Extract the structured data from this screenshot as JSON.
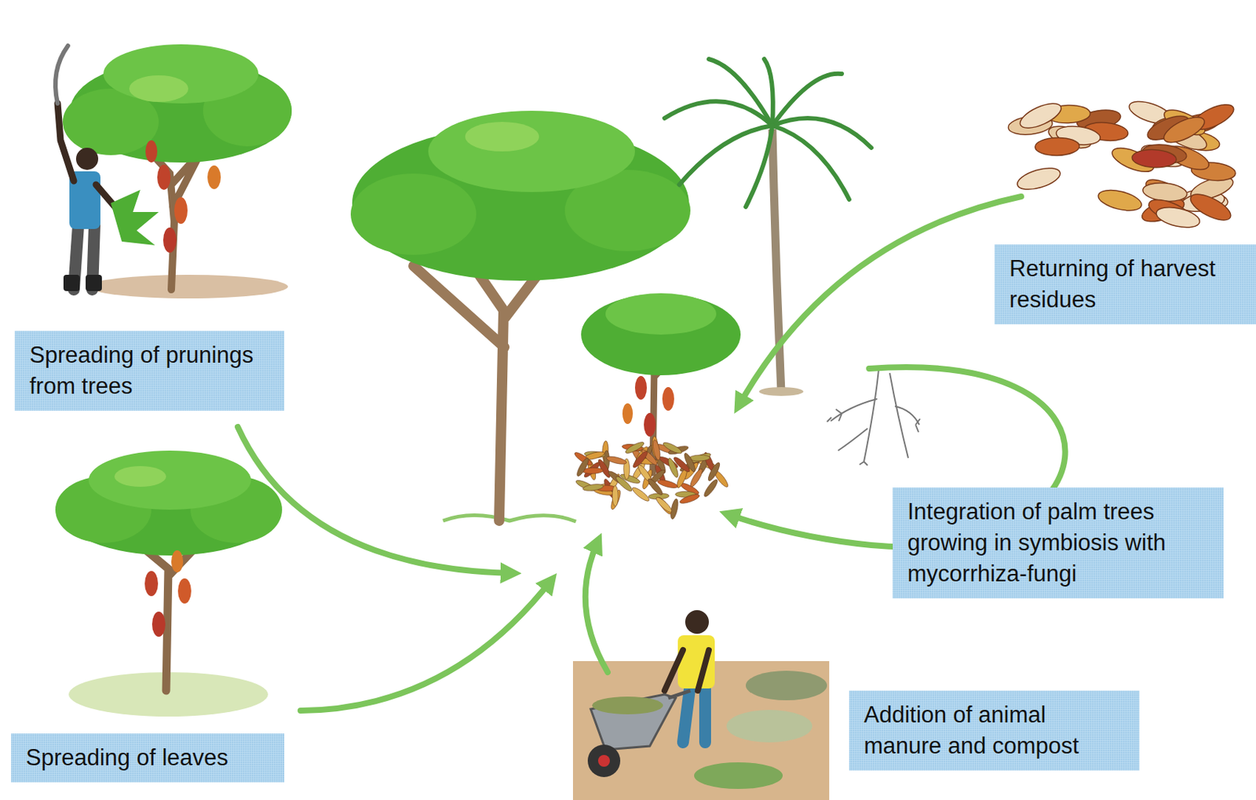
{
  "diagram": {
    "nodes": [
      {
        "text": [
          "Returning of harvest residues"
        ]
      },
      {
        "text": [
          "Spreading of prunings from trees"
        ]
      },
      {
        "text": [
          "Integration of palm trees growing in symbiosis with mycorrhiza-fungi"
        ]
      },
      {
        "text": [
          "Addition of animal manure and compost"
        ]
      },
      {
        "text": [
          "Spreading of leaves"
        ]
      }
    ]
  }
}
